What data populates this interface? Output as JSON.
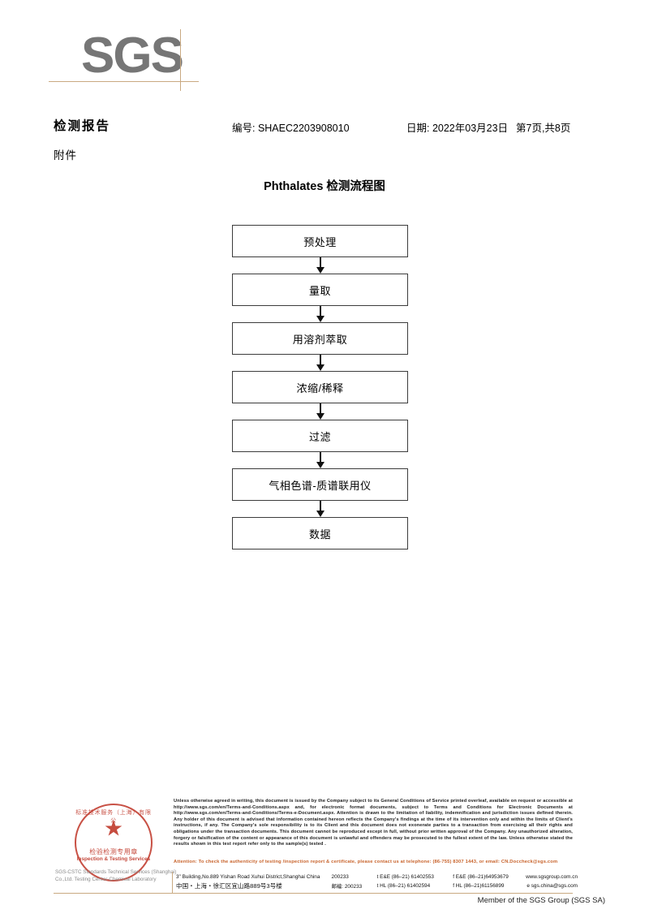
{
  "brand": {
    "logo_text": "SGS",
    "logo_color": "#767676",
    "rule_color": "#c9a981"
  },
  "header": {
    "title": "检测报告",
    "attachment_label": "附件",
    "report_no": "编号: SHAEC2203908010",
    "date": "日期: 2022年03月23日",
    "pagination": "第7页,共8页"
  },
  "chart_data": {
    "type": "diagram",
    "title": "Phthalates 检测流程图",
    "nodes": [
      "预处理",
      "量取",
      "用溶剂萃取",
      "浓缩/稀释",
      "过滤",
      "气相色谱-质谱联用仪",
      "数据"
    ],
    "connector": "down-arrow",
    "orientation": "vertical"
  },
  "footer": {
    "legal": "Unless otherwise agreed in writing, this document is issued by the Company subject to its General Conditions of Service printed overleaf, available on request or accessible at http://www.sgs.com/en/Terms-and-Conditions.aspx and, for electronic format documents, subject to Terms and Conditions for Electronic Documents at http://www.sgs.com/en/Terms-and-Conditions/Terms-e-Document.aspx. Attention is drawn to the limitation of liability, indemnification and jurisdiction issues defined therein. Any holder of this document is advised that information contained hereon reflects the Company's findings at the time of its intervention only and within the limits of Client's instructions, if any. The Company's sole responsibility is to its Client and this document does not exonerate parties to a transaction from exercising all their rights and obligations under the transaction documents. This document cannot be reproduced except in full, without prior written approval of the Company. Any unauthorized alteration, forgery or falsification of the content or appearance of this document is unlawful and offenders may be prosecuted to the fullest extent of the law. Unless otherwise stated the results shown in this test report refer only to the sample(s) tested .",
    "attention": "Attention: To check the authenticity of testing /inspection report & certificate, please contact us at telephone: (86-755) 8307 1443, or email: CN.Doccheck@sgs.com",
    "attention_color": "#c8642d",
    "address_rows": [
      {
        "address": "3\" Building,No.889 Yishan Road Xuhui District,Shanghai China",
        "zip": "200233",
        "tel1": "t E&E (86–21) 61402553",
        "tel2": "f E&E (86–21)64953679",
        "web": "www.sgsgroup.com.cn"
      },
      {
        "address": "中国・上海・徐汇区宜山路889号3号楼",
        "zip": "邮编: 200233",
        "tel1": "t HL (86–21) 61402594",
        "tel2": "f HL (86–21)61156899",
        "web": "e sgs.china@sgs.com"
      }
    ],
    "member_line": "Member of the SGS Group (SGS SA)"
  },
  "seal": {
    "arc_text": "标准技术服务（上海）有限公",
    "center_glyph": "★",
    "cn_text": "检验检测专用章",
    "en_text": "Inspection & Testing Services",
    "color": "#c0392b",
    "company_line": "SGS-CSTC Standards Technical Services (Shanghai) Co.,Ltd. Testing Center-Chemical Laboratory"
  }
}
